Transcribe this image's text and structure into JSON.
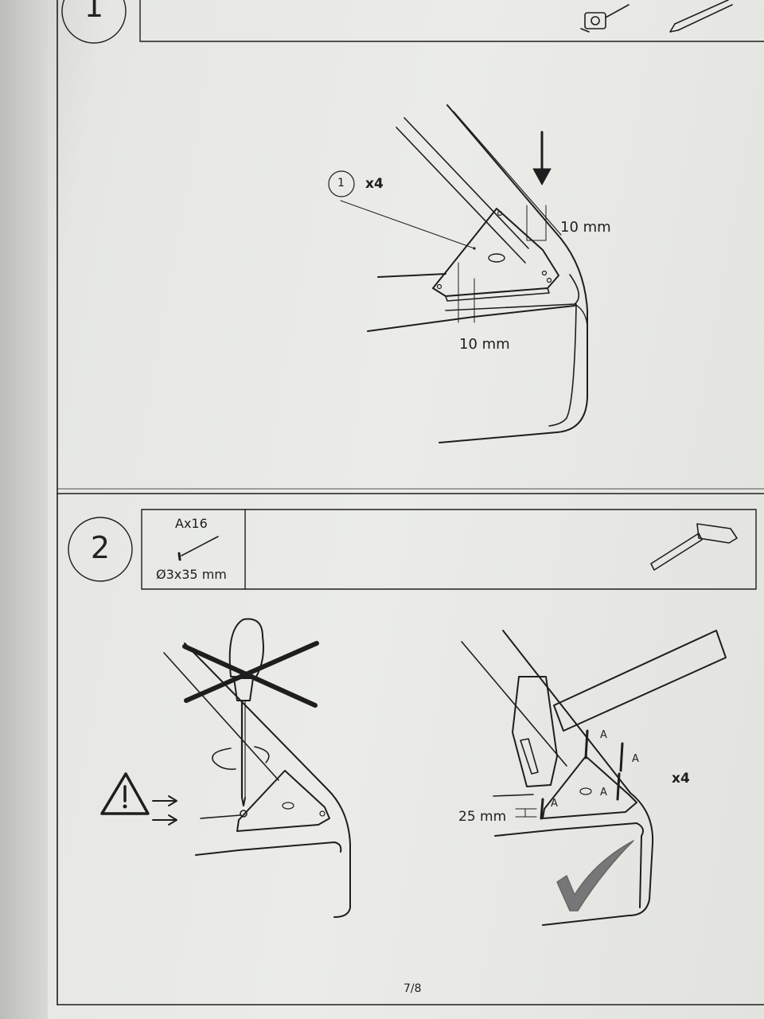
{
  "step1": {
    "number": "1",
    "callout_number": "1",
    "quantity": "x4",
    "dim_vertical": "10 mm",
    "dim_horizontal": "10 mm"
  },
  "step2": {
    "number": "2",
    "part_quantity": "Ax16",
    "part_size": "Ø3x35 mm",
    "quantity": "x4",
    "depth_label": "25 mm",
    "nail_labels": [
      "A",
      "A",
      "A",
      "A"
    ]
  },
  "footer": {
    "page": "7/8"
  },
  "colors": {
    "line": "#1e1e1e",
    "paper": "#e9eae6",
    "check": "#6f6f6f"
  },
  "icons": [
    "tape-measure-icon",
    "pencil-icon",
    "hammer-icon",
    "nail-icon",
    "warning-icon",
    "screwdriver-icon",
    "checkmark-icon"
  ]
}
